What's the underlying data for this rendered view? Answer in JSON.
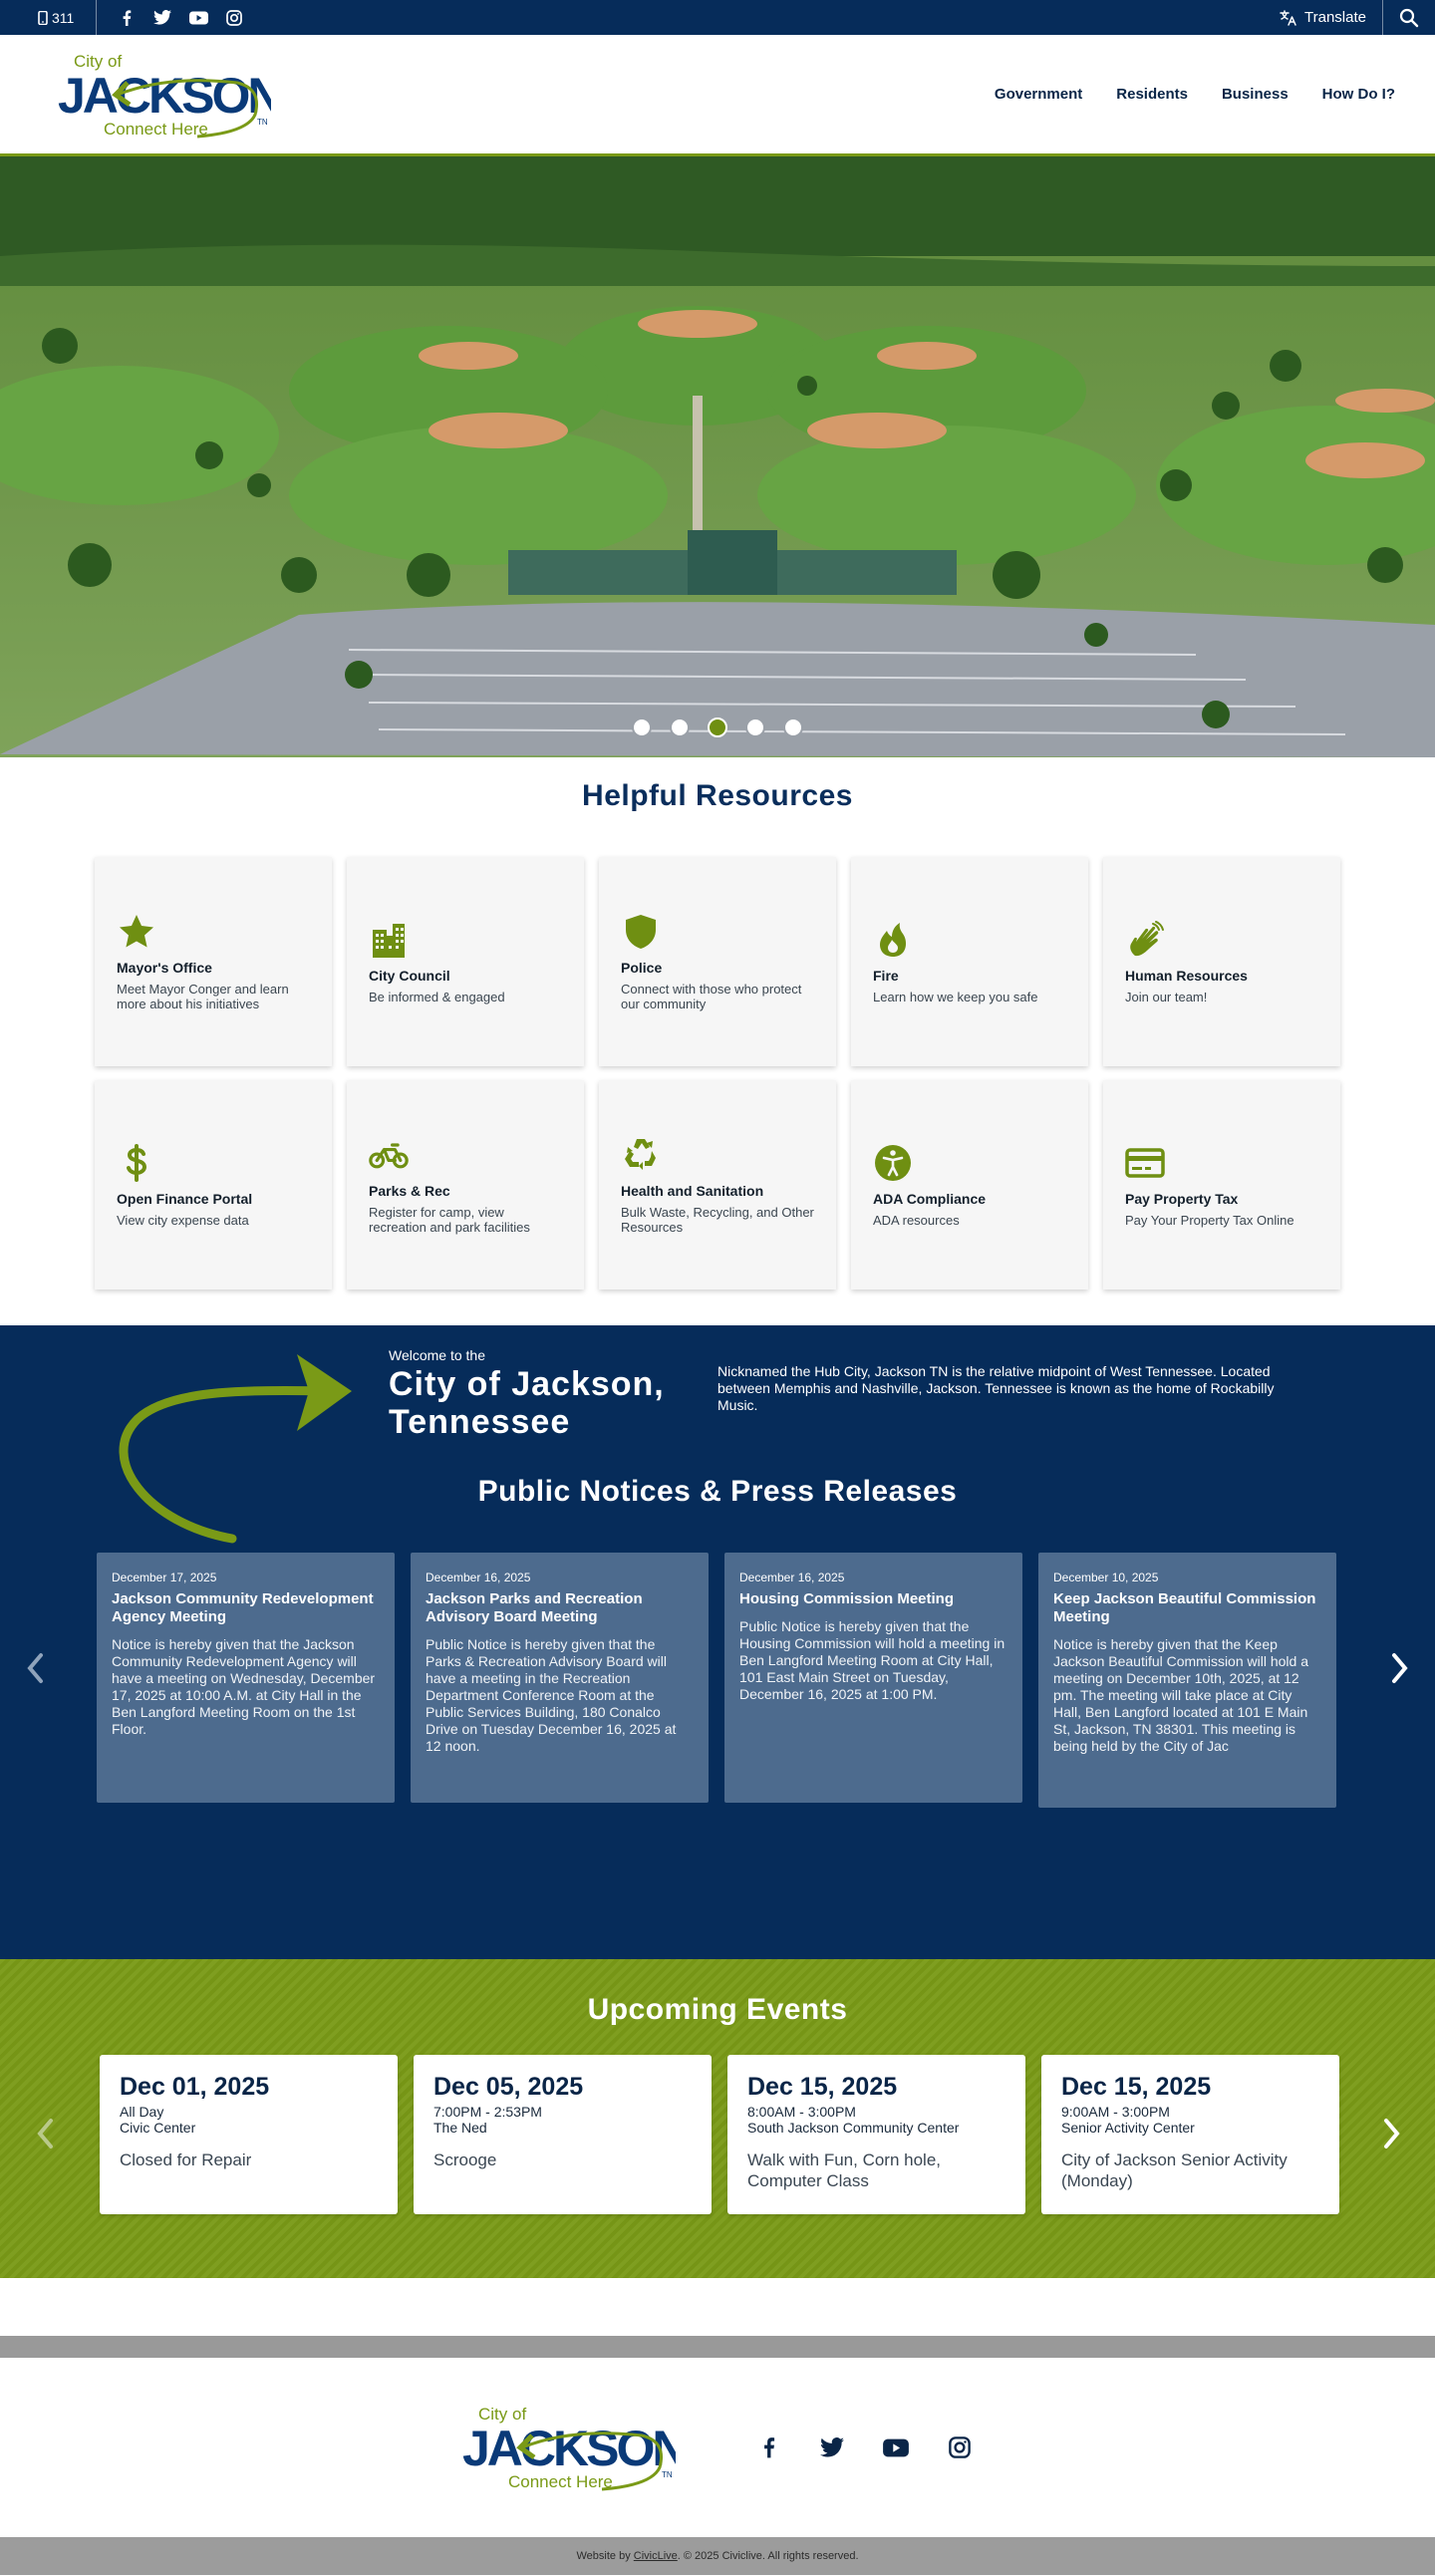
{
  "topbar": {
    "phone": "311",
    "translate_label": "Translate"
  },
  "header": {
    "logo": {
      "prefix": "City of",
      "name": "JACKSON",
      "tagline": "Connect Here",
      "tm": "TN"
    },
    "nav": [
      "Government",
      "Residents",
      "Business",
      "How Do I?"
    ]
  },
  "hero": {
    "slide_count": 5,
    "active_slide": 3
  },
  "resources": {
    "title": "Helpful Resources",
    "items": [
      {
        "icon": "star-icon",
        "title": "Mayor's Office",
        "desc": "Meet Mayor Conger and learn more about his initiatives"
      },
      {
        "icon": "city-building-icon",
        "title": "City Council",
        "desc": "Be informed & engaged"
      },
      {
        "icon": "shield-icon",
        "title": "Police",
        "desc": "Connect with those who protect our community"
      },
      {
        "icon": "fire-icon",
        "title": "Fire",
        "desc": "Learn how we keep you safe"
      },
      {
        "icon": "hand-wave-icon",
        "title": "Human Resources",
        "desc": "Join our team!"
      },
      {
        "icon": "dollar-icon",
        "title": "Open Finance Portal",
        "desc": "View city expense data"
      },
      {
        "icon": "bicycle-icon",
        "title": "Parks & Rec",
        "desc": "Register for camp, view recreation and park facilities"
      },
      {
        "icon": "recycle-icon",
        "title": "Health and Sanitation",
        "desc": "Bulk Waste, Recycling, and Other Resources"
      },
      {
        "icon": "accessibility-icon",
        "title": "ADA Compliance",
        "desc": "ADA resources"
      },
      {
        "icon": "credit-card-icon",
        "title": "Pay Property Tax",
        "desc": "Pay Your Property Tax Online"
      }
    ]
  },
  "welcome": {
    "pre": "Welcome to the",
    "title_line1": "City of Jackson,",
    "title_line2": "Tennessee",
    "description": "Nicknamed the Hub City, Jackson TN is the relative midpoint of West Tennessee. Located between Memphis and Nashville, Jackson. Tennessee is known as the home of Rockabilly Music."
  },
  "notices": {
    "title": "Public Notices & Press Releases",
    "items": [
      {
        "date": "December 17, 2025",
        "title": "Jackson Community Redevelopment Agency Meeting",
        "text": "Notice is hereby given that the Jackson Community Redevelopment Agency will have a meeting on Wednesday, December 17, 2025 at 10:00 A.M. at City Hall in the Ben Langford Meeting Room on the 1st Floor."
      },
      {
        "date": "December 16, 2025",
        "title": "Jackson Parks and Recreation Advisory Board Meeting",
        "text": "Public Notice is hereby given that the Parks & Recreation Advisory Board will have a meeting in the Recreation Department Conference Room at the Public Services Building, 180 Conalco Drive on Tuesday December 16, 2025 at 12 noon."
      },
      {
        "date": "December 16, 2025",
        "title": "Housing Commission Meeting",
        "text": "Public Notice is hereby given that the Housing Commission will hold a meeting in Ben Langford Meeting Room at City Hall, 101 East Main Street on Tuesday, December 16, 2025 at 1:00 PM."
      },
      {
        "date": "December 10, 2025",
        "title": "Keep Jackson Beautiful Commission Meeting",
        "text": "Notice is hereby given that the Keep Jackson Beautiful Commission will hold a meeting on December 10th, 2025, at 12 pm. The meeting will take place at City Hall, Ben Langford located at 101 E Main St, Jackson, TN 38301. This meeting is being held by the City of Jac"
      }
    ]
  },
  "events": {
    "title": "Upcoming Events",
    "items": [
      {
        "date": "Dec 01, 2025",
        "time": "All Day",
        "location": "Civic Center",
        "name": "Closed for Repair"
      },
      {
        "date": "Dec 05, 2025",
        "time": "7:00PM - 2:53PM",
        "location": "The Ned",
        "name": "Scrooge"
      },
      {
        "date": "Dec 15, 2025",
        "time": "8:00AM - 3:00PM",
        "location": "South Jackson Community Center",
        "name": "Walk with Fun, Corn hole, Computer Class"
      },
      {
        "date": "Dec 15, 2025",
        "time": "9:00AM - 3:00PM",
        "location": "Senior Activity Center",
        "name": "City of Jackson Senior Activity (Monday)"
      }
    ]
  },
  "footer": {
    "credit_prefix": "Website by",
    "credit_link": "CivicLive",
    "credit_suffix": ". © 2025 Civiclive. All rights reserved."
  },
  "colors": {
    "navy": "#062c5a",
    "green": "#7a9a17",
    "notice_card": "#4d6b8e"
  }
}
